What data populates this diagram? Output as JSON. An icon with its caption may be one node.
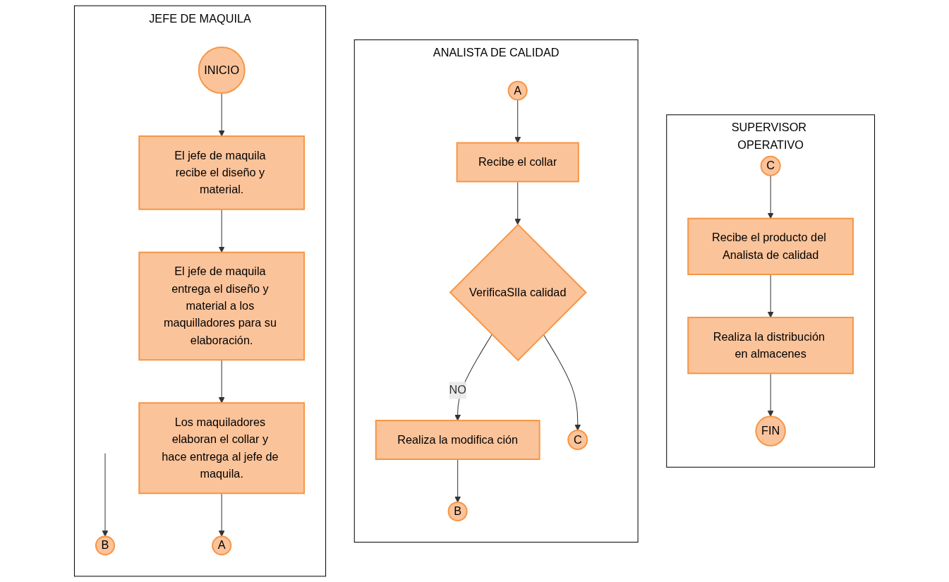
{
  "diagram": {
    "nodes": [
      {
        "text": [
          "JEFE DE MAQUILA"
        ]
      },
      {
        "text": [
          "INICIO"
        ],
        "in": 0
      },
      {
        "text": [
          "El jefe de maquila recibe el diseño y material."
        ],
        "in": 0
      },
      {
        "text": [
          "B"
        ],
        "in": 0
      },
      {
        "text": [
          "El jefe de maquila entrega el diseño y material a los maquilladores para su elaboración."
        ],
        "in": 0
      },
      {
        "text": [
          "Los maquiladores elaboran el collar y hace entrega al jefe de maquila."
        ],
        "in": 0
      },
      {
        "text": [
          "A"
        ],
        "in": 0
      },
      {
        "text": [
          "ANALISTA DE CALIDAD"
        ]
      },
      {
        "text": [
          "A"
        ],
        "in": 7
      },
      {
        "text": [
          "Recibe el collar"
        ],
        "in": 7
      },
      {
        "text": [
          "VerificaSlIa calidad"
        ],
        "in": 7
      },
      {
        "text": [
          "Realiza la modifica ción"
        ],
        "in": 7
      },
      {
        "text": [
          "B"
        ],
        "in": 7
      },
      {
        "text": [
          "C"
        ],
        "in": 7
      },
      {
        "text": [
          "SUPERVISOR OPERATIVO"
        ]
      },
      {
        "text": [
          "C"
        ],
        "in": 14
      },
      {
        "text": [
          "Recibe el producto del Analista de calidad"
        ],
        "in": 14
      },
      {
        "text": [
          "Realiza la distribución en almacenes"
        ],
        "in": 14
      },
      {
        "text": [
          "FIN"
        ],
        "in": 14
      }
    ],
    "edges": [
      {
        "from": 1,
        "to": 2,
        "arrow": "to"
      },
      {
        "from": 2,
        "to": 4,
        "arrow": "to"
      },
      {
        "from": null,
        "to": 3,
        "arrow": "to"
      },
      {
        "from": 4,
        "to": 5,
        "arrow": "to"
      },
      {
        "from": 5,
        "to": 6,
        "arrow": "to"
      },
      {
        "from": 8,
        "to": 9,
        "arrow": "to"
      },
      {
        "from": 9,
        "to": 10,
        "arrow": "to"
      },
      {
        "from": 10,
        "to": 11,
        "arrow": "to",
        "label": "NO"
      },
      {
        "from": 11,
        "to": 12,
        "arrow": "to"
      },
      {
        "from": 10,
        "to": 13,
        "arrow": "to"
      },
      {
        "from": 15,
        "to": 16,
        "arrow": "to"
      },
      {
        "from": 16,
        "to": 17,
        "arrow": "to"
      },
      {
        "from": 17,
        "to": 18,
        "arrow": "to"
      }
    ]
  }
}
